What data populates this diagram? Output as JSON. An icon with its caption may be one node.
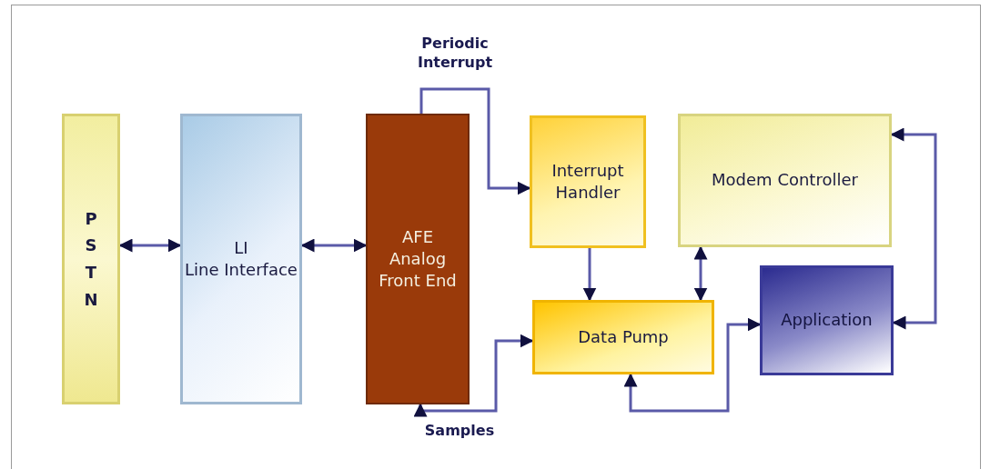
{
  "diagram": {
    "nodes": [
      {
        "text": [
          "PSTN"
        ]
      },
      {
        "text": [
          "LI",
          "Line Interface"
        ]
      },
      {
        "text": [
          "AFE",
          "Analog Front End"
        ]
      },
      {
        "text": [
          "Interrupt Handler"
        ]
      },
      {
        "text": [
          "Modem Controller"
        ]
      },
      {
        "text": [
          "Data Pump"
        ]
      },
      {
        "text": [
          "Application"
        ]
      }
    ],
    "edges": [
      {
        "from": 0,
        "to": 1,
        "arrow": "both"
      },
      {
        "from": 1,
        "to": 2,
        "arrow": "both"
      },
      {
        "from": 2,
        "to": 3,
        "arrow": "to",
        "label": "Periodic Interrupt"
      },
      {
        "from": 3,
        "to": 5,
        "arrow": "to"
      },
      {
        "from": 4,
        "to": 5,
        "arrow": "both"
      },
      {
        "from": 5,
        "to": 6,
        "arrow": "both"
      },
      {
        "from": 4,
        "to": 6,
        "arrow": "both"
      },
      {
        "from": 5,
        "to": 2,
        "arrow": "both",
        "label": "Samples"
      }
    ]
  }
}
